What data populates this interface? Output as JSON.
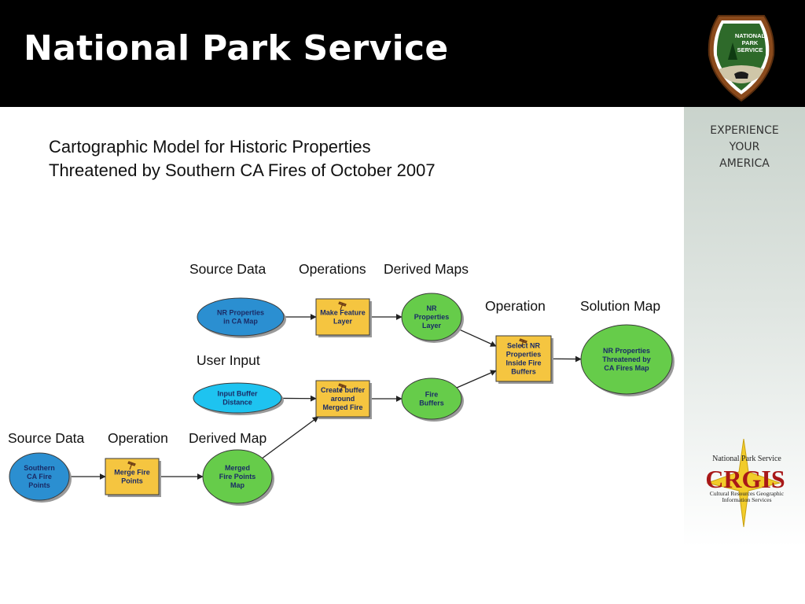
{
  "header": {
    "brand": "National Park Service"
  },
  "logo": {
    "text_lines": [
      "NATIONAL",
      "PARK",
      "SERVICE"
    ]
  },
  "sidebar": {
    "tagline": [
      "EXPERIENCE",
      "YOUR",
      "AMERICA"
    ]
  },
  "crgis_logo": {
    "top": "National Park Service",
    "name": "CRGIS",
    "sub": [
      "Cultural Resources Geographic",
      "Information Services"
    ]
  },
  "title": [
    "Cartographic Model for Historic Properties",
    "Threatened by Southern CA Fires of October 2007"
  ],
  "column_labels": {
    "source_data_top": "Source Data",
    "operations_top": "Operations",
    "derived_maps_top": "Derived Maps",
    "operation_right": "Operation",
    "solution_map": "Solution Map",
    "user_input": "User Input",
    "source_data_bottom": "Source Data",
    "operation_bottom": "Operation",
    "derived_map_bottom": "Derived Map"
  },
  "colors": {
    "source": "#2b8fd1",
    "user_input": "#1ec3f0",
    "operation": "#f5c540",
    "derived": "#66cc4a",
    "arrow": "#222222",
    "node_text": "#1a2b66"
  },
  "nodes": [
    {
      "id": "nr-properties-ca",
      "kind": "source",
      "lines": [
        "NR Properties",
        "in CA Map"
      ]
    },
    {
      "id": "make-feature-layer",
      "kind": "operation",
      "lines": [
        "Make Feature",
        "Layer"
      ]
    },
    {
      "id": "nr-properties-layer",
      "kind": "derived",
      "lines": [
        "NR",
        "Properties",
        "Layer"
      ]
    },
    {
      "id": "select-nr-properties",
      "kind": "operation",
      "lines": [
        "Select NR",
        "Properties",
        "Inside Fire",
        "Buffers"
      ]
    },
    {
      "id": "nr-threatened",
      "kind": "derived",
      "lines": [
        "NR Properties",
        "Threatened by",
        "CA Fires Map"
      ]
    },
    {
      "id": "input-buffer-distance",
      "kind": "user_input",
      "lines": [
        "Input Buffer",
        "Distance"
      ]
    },
    {
      "id": "create-buffer",
      "kind": "operation",
      "lines": [
        "Create buffer",
        "around",
        "Merged Fire"
      ]
    },
    {
      "id": "fire-buffers",
      "kind": "derived",
      "lines": [
        "Fire",
        "Buffers"
      ]
    },
    {
      "id": "southern-ca-fire-points",
      "kind": "source",
      "lines": [
        "Southern",
        "CA Fire",
        "Points"
      ]
    },
    {
      "id": "merge-fire-points",
      "kind": "operation",
      "lines": [
        "Merge Fire",
        "Points"
      ]
    },
    {
      "id": "merged-fire-points-map",
      "kind": "derived",
      "lines": [
        "Merged",
        "Fire Points",
        "Map"
      ]
    }
  ],
  "edges": [
    [
      "nr-properties-ca",
      "make-feature-layer"
    ],
    [
      "make-feature-layer",
      "nr-properties-layer"
    ],
    [
      "nr-properties-layer",
      "select-nr-properties"
    ],
    [
      "select-nr-properties",
      "nr-threatened"
    ],
    [
      "input-buffer-distance",
      "create-buffer"
    ],
    [
      "create-buffer",
      "fire-buffers"
    ],
    [
      "fire-buffers",
      "select-nr-properties"
    ],
    [
      "southern-ca-fire-points",
      "merge-fire-points"
    ],
    [
      "merge-fire-points",
      "merged-fire-points-map"
    ],
    [
      "merged-fire-points-map",
      "create-buffer"
    ]
  ]
}
